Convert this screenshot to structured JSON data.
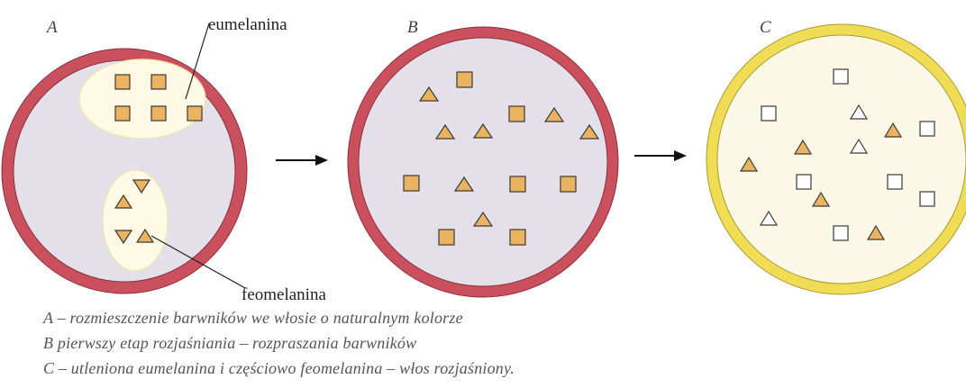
{
  "panels": [
    {
      "letter": "A"
    },
    {
      "letter": "B"
    },
    {
      "letter": "C"
    }
  ],
  "labels": {
    "eumelanin": "eumelanina",
    "pheomelanin": "feomelanina"
  },
  "legend": {
    "a": "A – rozmieszczenie barwników we włosie o naturalnym kolorze",
    "b": "B   pierwszy etap rozjaśniania – rozpraszania barwników",
    "c": "C – utleniona eumelanina i częściowo feomelanina – włos rozjaśniony."
  },
  "colors": {
    "natural_rim": "#c9505c",
    "lightened_rim": "#f0dd55",
    "cortex": "#e4e0e9",
    "lightened_cortex": "#fbf8e6",
    "granule_fill": "#e9b35f",
    "granule_stroke": "#3a3a3a",
    "cluster_fill": "#fdfbe6"
  }
}
